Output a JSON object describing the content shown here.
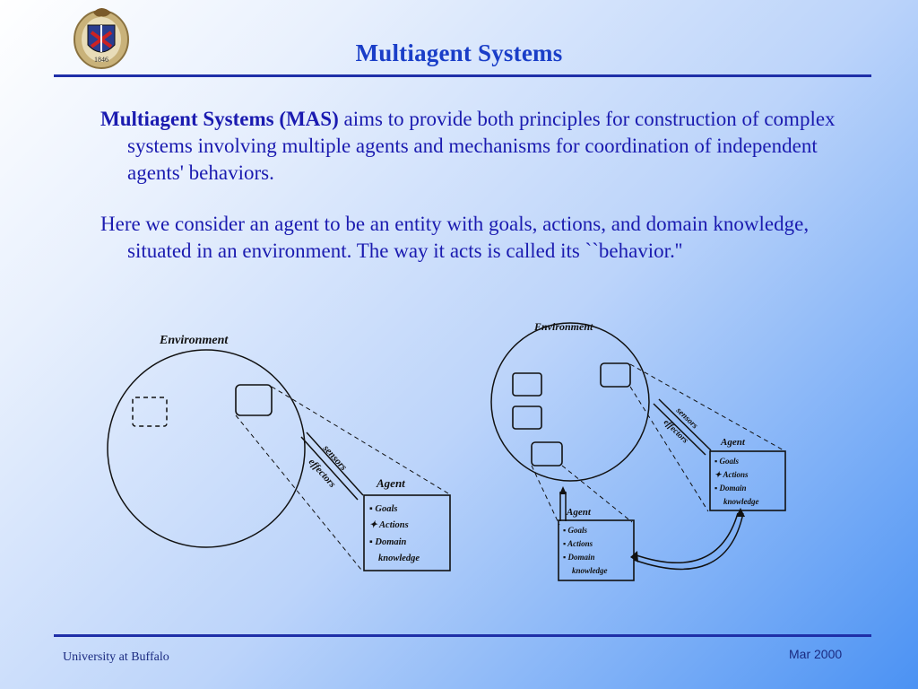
{
  "slide": {
    "title": "Multiagent Systems",
    "logo_year": "1846",
    "para1_bold": "Multiagent Systems (MAS)",
    "para1_rest": " aims to provide both principles for construction of complex systems involving multiple agents and mechanisms for coordination of independent agents' behaviors.",
    "para2": "Here we consider an agent to be an entity with goals, actions, and domain knowledge, situated in an environment. The way it acts is called its ``behavior.''"
  },
  "diagram": {
    "environment_label": "Environment",
    "agent_label": "Agent",
    "sensors_label": "sensors",
    "effectors_label": "effectors",
    "items": [
      "Goals",
      "Actions",
      "Domain",
      "knowledge"
    ]
  },
  "footer": {
    "left": "University at Buffalo",
    "right": "Mar 2000"
  },
  "colors": {
    "title": "#1a3ec8",
    "body_text": "#1b1bb0",
    "rule": "#1f2fa8"
  }
}
